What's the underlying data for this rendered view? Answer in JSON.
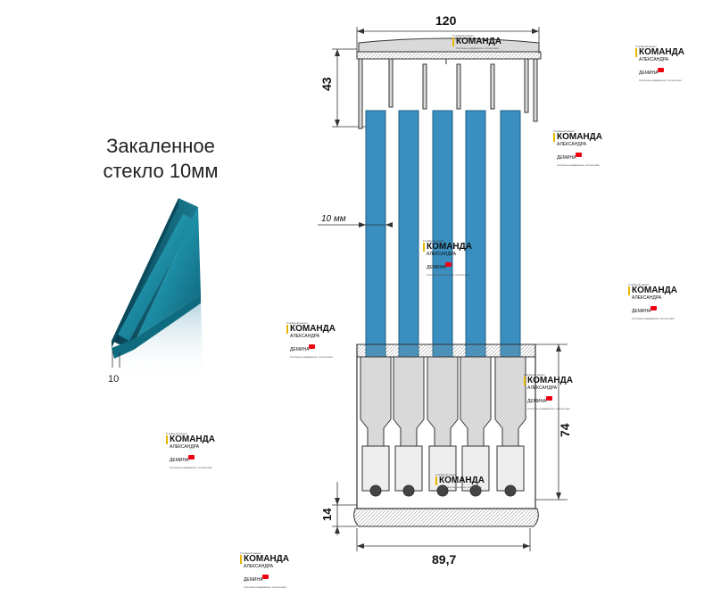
{
  "glass_label": {
    "line1": "Закаленное",
    "line2": "стекло 10мм",
    "thickness": "10"
  },
  "dimensions": {
    "top_width": "120",
    "top_height": "43",
    "glass_thickness": "10 мм",
    "bottom_height": "74",
    "base_height": "14",
    "bottom_width": "89,7"
  },
  "watermark": {
    "small_top": "Учебный канал",
    "brand": "КОМАНДА",
    "line2": "АЛЕКСАНДРА",
    "line3": "ДЕМИНА",
    "footer": "Системы раздвижного остекления"
  },
  "colors": {
    "glass_blue": "#3a8fc0",
    "glass_gradient_dark": "#1a6e8a",
    "profile_gray": "#d9d9d9",
    "outline": "#333333"
  }
}
